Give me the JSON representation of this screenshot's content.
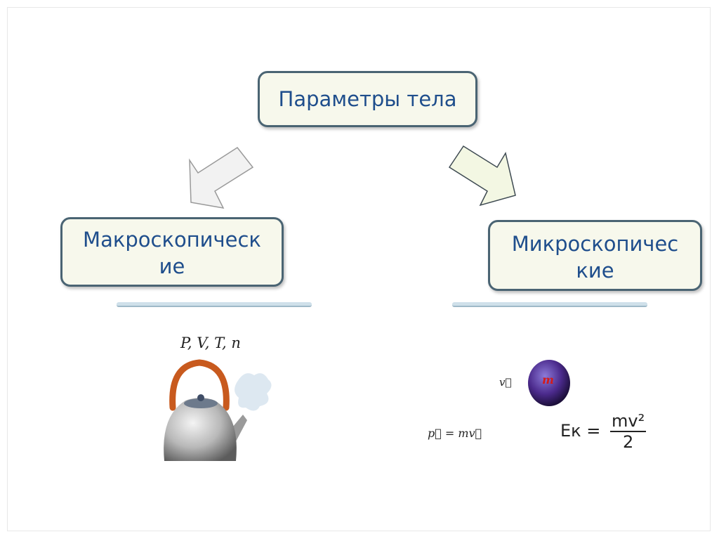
{
  "diagram": {
    "title": "Параметры тела",
    "left_label": "Макроскопическ ие",
    "left_label_line1": "Макроскопическ",
    "left_label_line2": "ие",
    "right_label_line1": "Микроскопичес",
    "right_label_line2": "кие",
    "macro_formula": "P, V, T, n",
    "velocity_symbol": "v⃗",
    "mass_symbol": "m",
    "momentum_formula": "p⃗ = mv⃗",
    "energy_lhs": "Eк =",
    "energy_num": "mv²",
    "energy_den": "2"
  },
  "colors": {
    "box_border": "#4a6473",
    "box_fill": "#f7f8ec",
    "text": "#1f4e8c",
    "arrow_left_fill": "#f2f2f2",
    "arrow_right_fill": "#f3f7e3",
    "particle": "#4b2a8c"
  },
  "icons": [
    "arrow-down-left-icon",
    "arrow-down-right-icon",
    "kettle-icon",
    "particle-icon"
  ]
}
